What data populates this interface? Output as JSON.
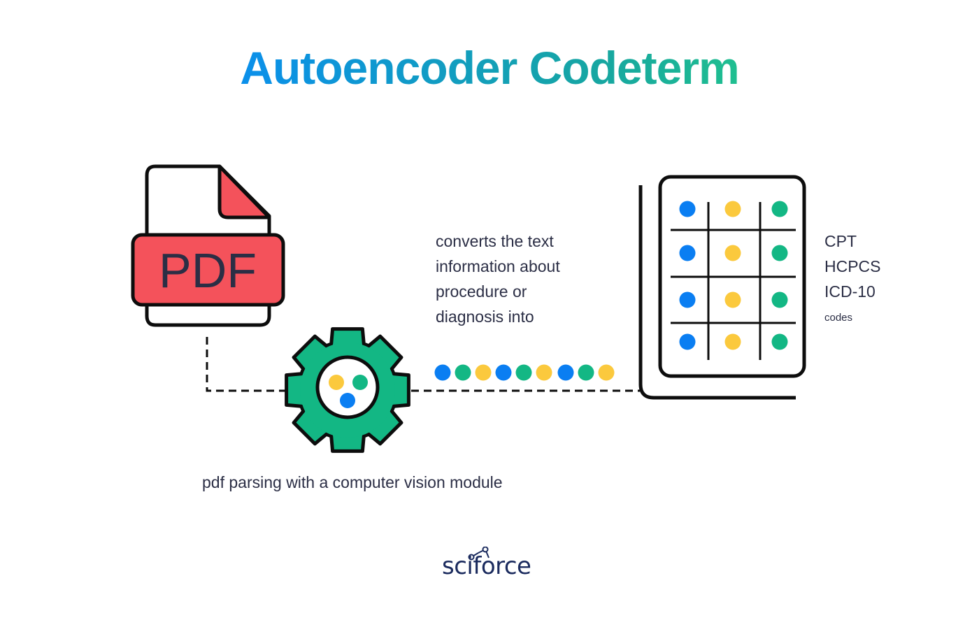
{
  "title": "Autoencoder Codeterm",
  "pdf_icon": {
    "label": "PDF"
  },
  "description_lines": [
    "converts the text",
    "information about",
    "procedure or",
    "diagnosis into"
  ],
  "code_types": [
    "CPT",
    "HCPCS",
    "ICD-10"
  ],
  "codes_label": "codes",
  "caption": "pdf parsing with a computer vision module",
  "logo": "sciforce",
  "colors": {
    "blue": "#0a7ef2",
    "green": "#13b784",
    "yellow": "#fbc93d",
    "red": "#f4525b",
    "outline": "#0d0d0d",
    "text": "#2b2e45",
    "logo": "#1b2b5e"
  }
}
